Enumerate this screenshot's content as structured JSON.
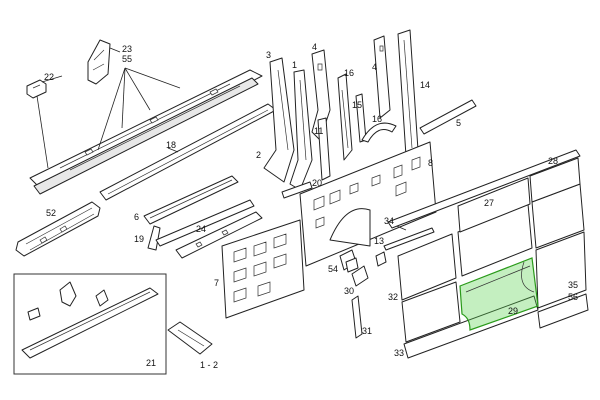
{
  "diagram": {
    "highlight_color": "#55d24a",
    "callouts": {
      "c1": "1",
      "c2": "2",
      "c3": "3",
      "c4": "4",
      "c5": "5",
      "c6": "6",
      "c7": "7",
      "c8": "8",
      "c11": "11",
      "c13": "13",
      "c14": "14",
      "c15": "15",
      "c16": "16",
      "c18": "18",
      "c19": "19",
      "c20": "20",
      "c21": "21",
      "c22": "22",
      "c23": "23",
      "c24": "24",
      "c27": "27",
      "c28": "28",
      "c29": "29",
      "c30": "30",
      "c31": "31",
      "c32": "32",
      "c33": "33",
      "c34": "34",
      "c35": "35",
      "c52": "52",
      "c54": "54",
      "c55": "55",
      "c56": "56",
      "c1_2": "1 - 2"
    }
  }
}
